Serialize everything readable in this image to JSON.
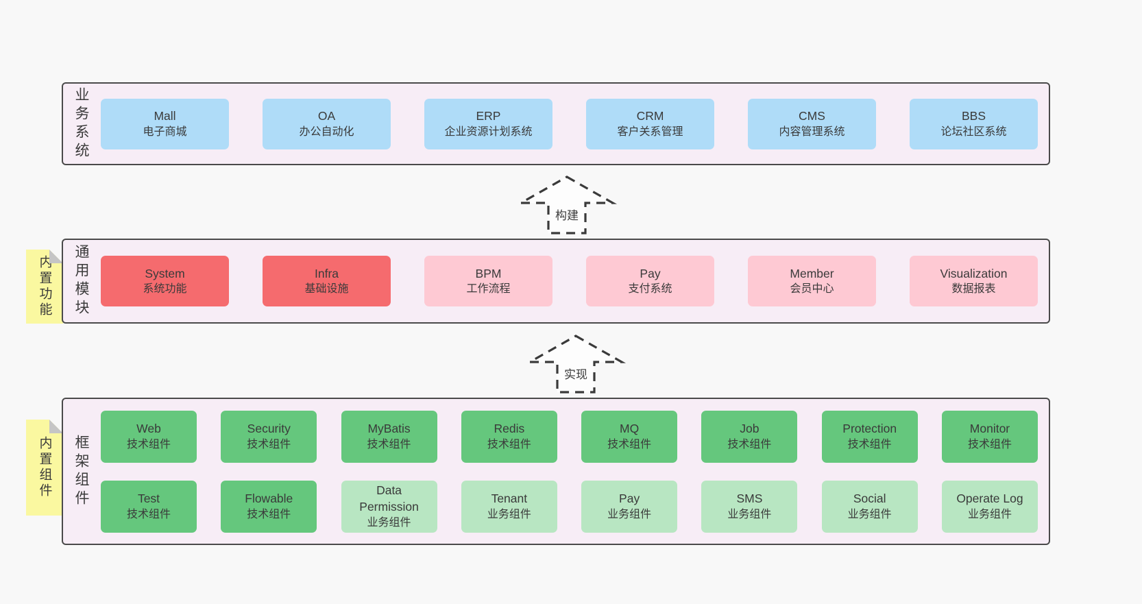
{
  "colors": {
    "page_bg": "#f8f8f8",
    "container_bg": "#f7edf6",
    "container_border": "#4a4a4a",
    "box_blue": "#afdcf8",
    "box_red": "#f56b6e",
    "box_pink": "#fec9d3",
    "box_green": "#65c77d",
    "box_lightgreen": "#b8e6c2",
    "note_yellow": "#faf8a0",
    "note_fold": "#c5c5c5",
    "text": "#3a3a3a"
  },
  "sections": [
    {
      "label": "业务系统",
      "rows": [
        [
          {
            "name": "Mall",
            "desc": "电子商城",
            "variant": "blue"
          },
          {
            "name": "OA",
            "desc": "办公自动化",
            "variant": "blue"
          },
          {
            "name": "ERP",
            "desc": "企业资源计划系统",
            "variant": "blue"
          },
          {
            "name": "CRM",
            "desc": "客户关系管理",
            "variant": "blue"
          },
          {
            "name": "CMS",
            "desc": "内容管理系统",
            "variant": "blue"
          },
          {
            "name": "BBS",
            "desc": "论坛社区系统",
            "variant": "blue"
          }
        ]
      ]
    },
    {
      "label": "通用模块",
      "note": "内置功能",
      "rows": [
        [
          {
            "name": "System",
            "desc": "系统功能",
            "variant": "red"
          },
          {
            "name": "Infra",
            "desc": "基础设施",
            "variant": "red"
          },
          {
            "name": "BPM",
            "desc": "工作流程",
            "variant": "pink"
          },
          {
            "name": "Pay",
            "desc": "支付系统",
            "variant": "pink"
          },
          {
            "name": "Member",
            "desc": "会员中心",
            "variant": "pink"
          },
          {
            "name": "Visualization",
            "desc": "数据报表",
            "variant": "pink"
          }
        ]
      ]
    },
    {
      "label": "框架组件",
      "note": "内置组件",
      "rows": [
        [
          {
            "name": "Web",
            "desc": "技术组件",
            "variant": "green"
          },
          {
            "name": "Security",
            "desc": "技术组件",
            "variant": "green"
          },
          {
            "name": "MyBatis",
            "desc": "技术组件",
            "variant": "green"
          },
          {
            "name": "Redis",
            "desc": "技术组件",
            "variant": "green"
          },
          {
            "name": "MQ",
            "desc": "技术组件",
            "variant": "green"
          },
          {
            "name": "Job",
            "desc": "技术组件",
            "variant": "green"
          },
          {
            "name": "Protection",
            "desc": "技术组件",
            "variant": "green"
          },
          {
            "name": "Monitor",
            "desc": "技术组件",
            "variant": "green"
          }
        ],
        [
          {
            "name": "Test",
            "desc": "技术组件",
            "variant": "green"
          },
          {
            "name": "Flowable",
            "desc": "技术组件",
            "variant": "green"
          },
          {
            "name": "Data Permission",
            "desc": "业务组件",
            "variant": "lightgreen"
          },
          {
            "name": "Tenant",
            "desc": "业务组件",
            "variant": "lightgreen"
          },
          {
            "name": "Pay",
            "desc": "业务组件",
            "variant": "lightgreen"
          },
          {
            "name": "SMS",
            "desc": "业务组件",
            "variant": "lightgreen"
          },
          {
            "name": "Social",
            "desc": "业务组件",
            "variant": "lightgreen"
          },
          {
            "name": "Operate Log",
            "desc": "业务组件",
            "variant": "lightgreen"
          }
        ]
      ]
    }
  ],
  "arrows": [
    {
      "label": "构建"
    },
    {
      "label": "实现"
    }
  ]
}
